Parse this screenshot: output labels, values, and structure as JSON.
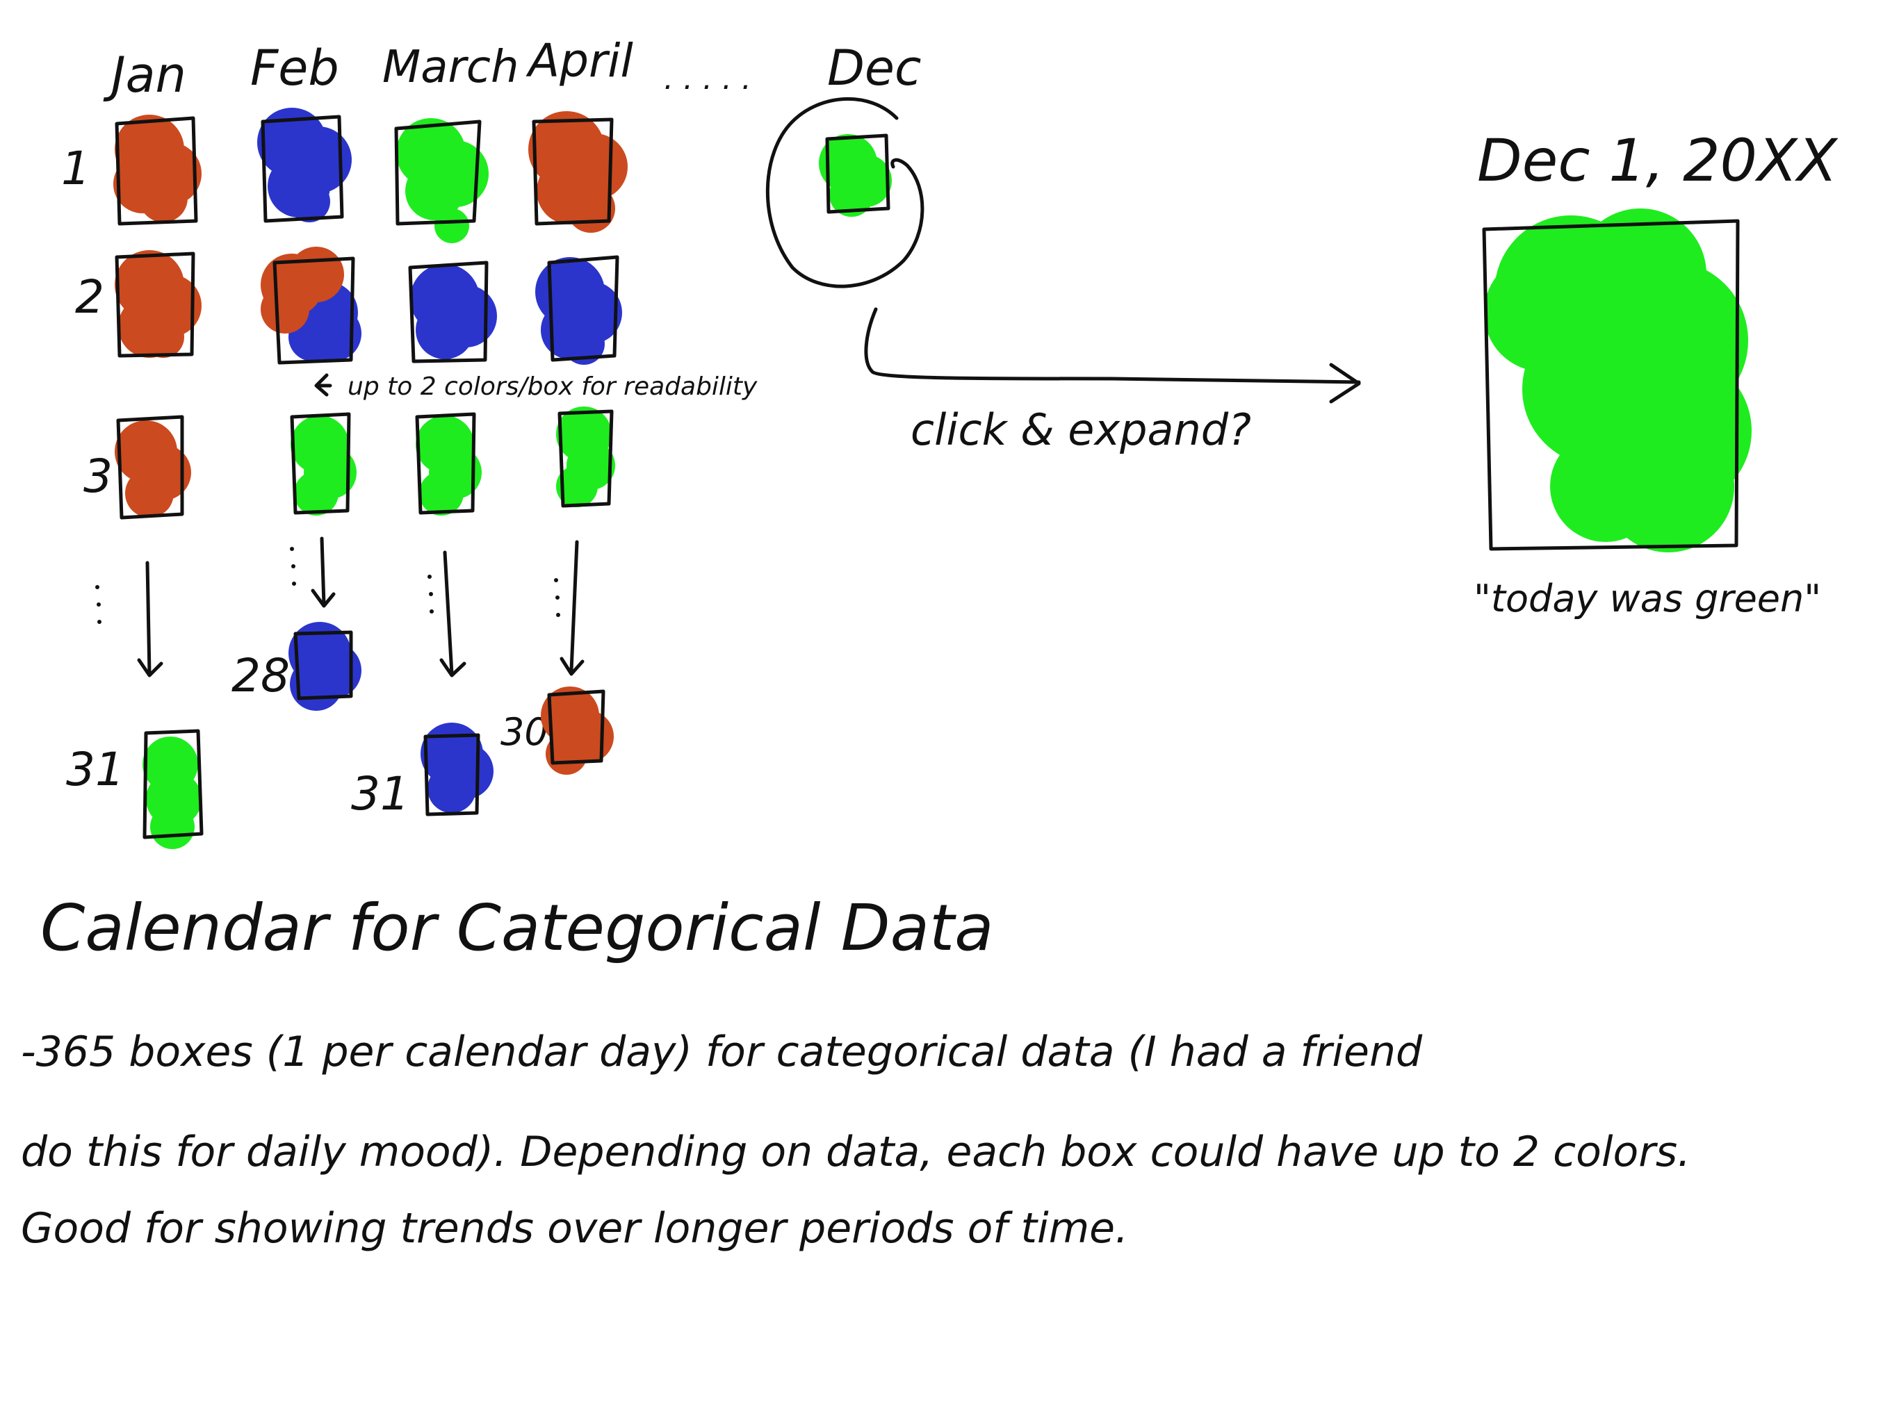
{
  "months": [
    "Jan",
    "Feb",
    "March",
    "April",
    "Dec"
  ],
  "ellipsis": ". . . . .",
  "day_labels": {
    "row1": "1",
    "row2": "2",
    "row3": "3",
    "jan_last": "31",
    "feb_last": "28",
    "march_last": "31",
    "april_last": "30"
  },
  "colors": {
    "orange": "#cc4a1f",
    "blue": "#2b35cc",
    "green": "#1fec1f"
  },
  "grid": {
    "row1": [
      "orange",
      "blue",
      "green",
      "orange"
    ],
    "row2": [
      [
        "orange"
      ],
      [
        "orange",
        "blue"
      ],
      [
        "blue"
      ],
      [
        "blue"
      ]
    ],
    "row3": [
      "orange",
      "green",
      "green",
      "green"
    ],
    "last": [
      "green",
      "blue",
      "blue",
      "orange"
    ],
    "dec_1": "green"
  },
  "annotation": "up to 2 colors/box for readability",
  "expand_hint": "click & expand?",
  "expanded": {
    "date": "Dec 1, 20XX",
    "color": "green",
    "caption": "\"today was green\""
  },
  "title": "Calendar for Categorical Data",
  "description": [
    "-365 boxes (1 per calendar day) for categorical data (I had a friend",
    "do this for daily mood). Depending on data, each box could have up to 2 colors.",
    "Good for showing trends over longer periods of time."
  ]
}
